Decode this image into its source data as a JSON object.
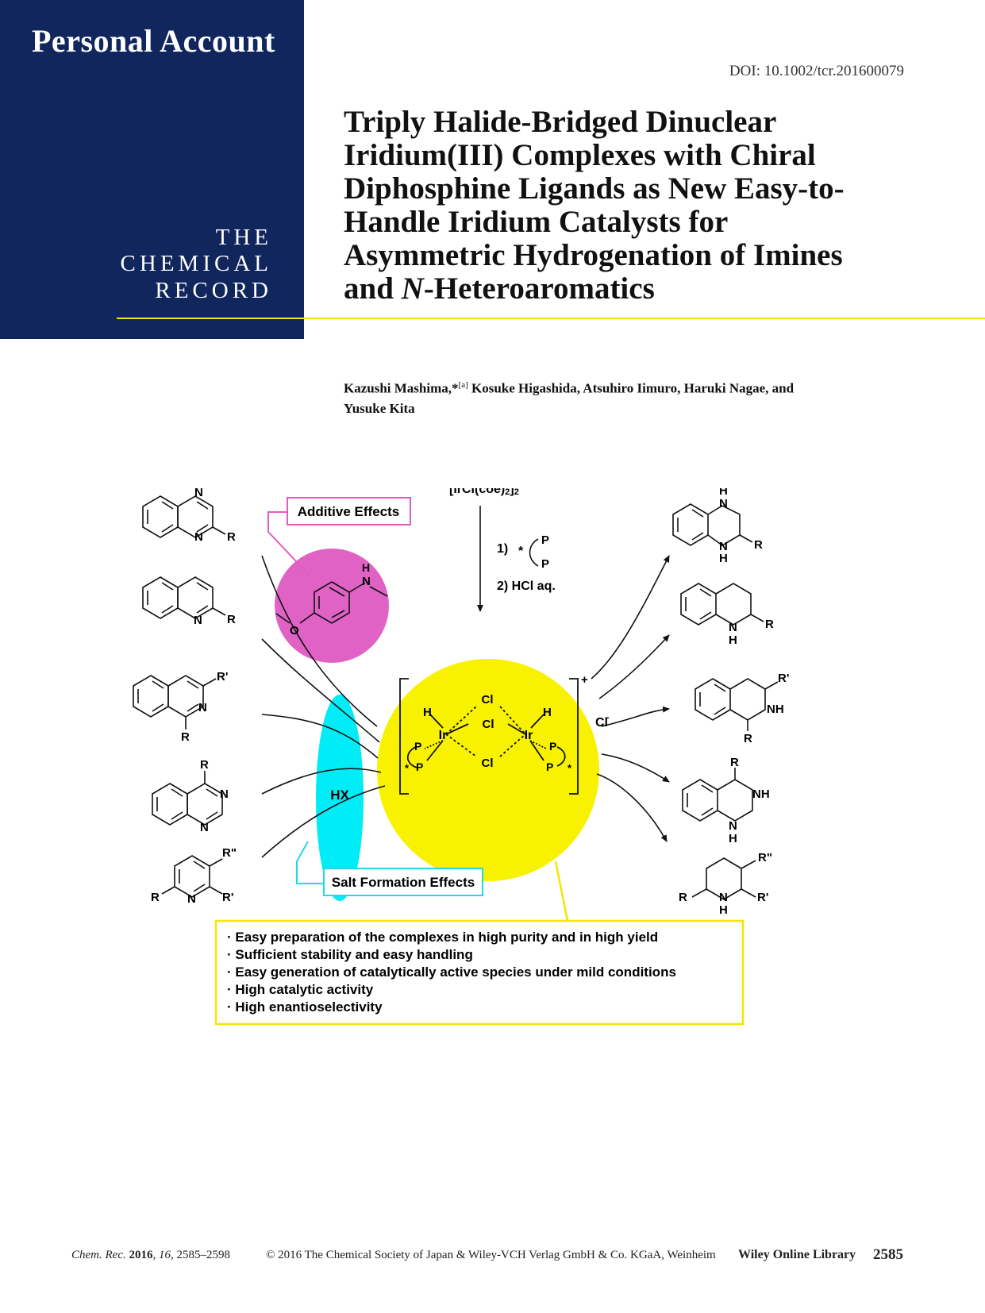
{
  "header": {
    "section": "Personal Account",
    "journal_lines": [
      "THE",
      "CHEMICAL",
      "RECORD"
    ],
    "doi": "DOI: 10.1002/tcr.201600079"
  },
  "article": {
    "title_lines": [
      "Triply Halide-Bridged Dinuclear",
      "Iridium(III) Complexes with Chiral",
      "Diphosphine Ligands as New Easy-to-",
      "Handle Iridium Catalysts for",
      "Asymmetric Hydrogenation of Imines",
      "and ",
      "N",
      "-Heteroaromatics"
    ],
    "authors_lead": "Kazushi Mashima,*",
    "authors_affil": "[a]",
    "authors_rest": " Kosuke Higashida, Atsuhiro Iimuro, Haruki Nagae, and",
    "authors_line2": "Yusuke Kita"
  },
  "figure": {
    "labels": {
      "additive": "Additive Effects",
      "salt": "Salt Formation Effects",
      "hx": "HX",
      "precursor": "[IrCl(coe)",
      "step1": "1)",
      "step2": "2)  HCl aq.",
      "counterion": "Cl",
      "charge": "+",
      "minus": "-",
      "ir": "Ir",
      "cl": "Cl",
      "h": "H",
      "p": "P",
      "n": "N",
      "nh": "NH",
      "o": "O",
      "star": "*",
      "r": "R",
      "r1": "R'",
      "r2": "R\"",
      "sub2": "2"
    },
    "benefits": [
      "· Easy preparation of the complexes in high purity and in high yield",
      "· Sufficient stability and easy handling",
      "· Easy generation of catalytically active species under mild conditions",
      "· High catalytic activity",
      "· High enantioselectivity"
    ],
    "colors": {
      "yellow": "#f8f200",
      "magenta": "#df62c4",
      "cyan": "#00ecf6",
      "box_magenta": "#e05cc0",
      "box_cyan": "#22d8e8",
      "box_yellow": "#f3e600"
    }
  },
  "footer": {
    "cite_journal": "Chem. Rec.",
    "cite_year": "2016",
    "cite_vol": "16",
    "cite_pages": ", 2585–2598",
    "copyright": "© 2016 The Chemical Society of Japan & Wiley-VCH Verlag GmbH & Co. KGaA, Weinheim",
    "library": "Wiley Online Library",
    "page": "2585"
  }
}
